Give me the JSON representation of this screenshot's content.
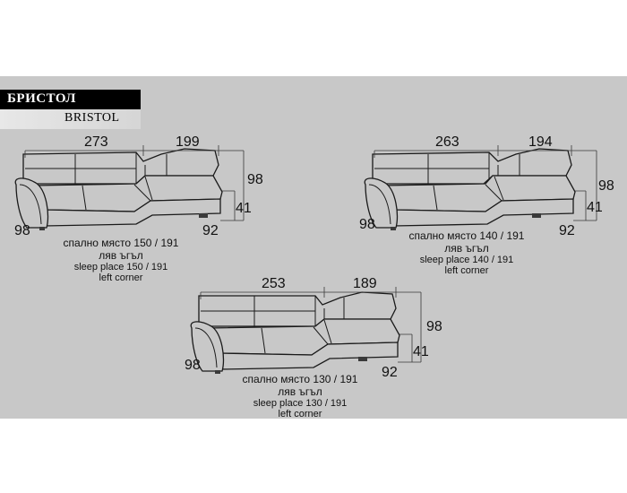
{
  "title": {
    "cyrillic": "БРИСТОЛ",
    "latin": "BRISTOL"
  },
  "configurations": [
    {
      "width_long": "273",
      "width_short": "199",
      "height": "98",
      "seat_height": "41",
      "depth_left": "98",
      "depth_right": "92",
      "caption_bg": "спално място 150 / 191",
      "side_bg": "ляв ъгъл",
      "caption_en": "sleep place 150 / 191",
      "side_en": "left corner"
    },
    {
      "width_long": "263",
      "width_short": "194",
      "height": "98",
      "seat_height": "41",
      "depth_left": "98",
      "depth_right": "92",
      "caption_bg": "спално място 140 / 191",
      "side_bg": "ляв ъгъл",
      "caption_en": "sleep place 140 / 191",
      "side_en": "left corner"
    },
    {
      "width_long": "253",
      "width_short": "189",
      "height": "98",
      "seat_height": "41",
      "depth_left": "98",
      "depth_right": "92",
      "caption_bg": "спално място 130 / 191",
      "side_bg": "ляв ъгъл",
      "caption_en": "sleep place 130 / 191",
      "side_en": "left corner"
    }
  ]
}
